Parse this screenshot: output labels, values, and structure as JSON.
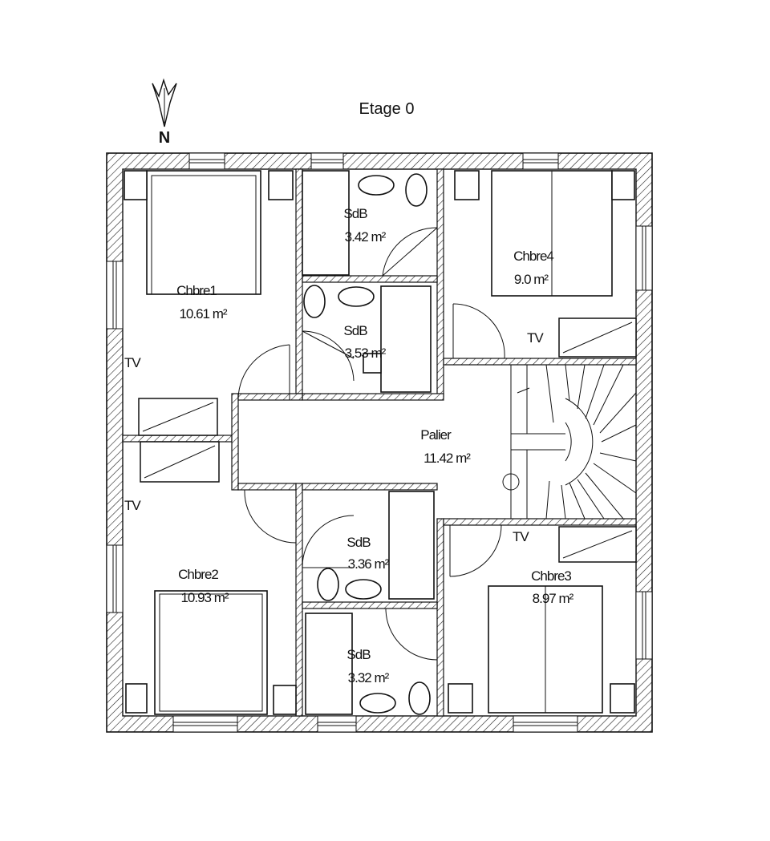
{
  "plan": {
    "title": "Etage 0",
    "north": "N",
    "rooms": [
      {
        "name": "Chbre1",
        "area": "10.61 m²"
      },
      {
        "name": "SdB",
        "area": "3.42 m²"
      },
      {
        "name": "Chbre4",
        "area": "9.0 m²"
      },
      {
        "name": "SdB",
        "area": "3.53 m²"
      },
      {
        "name": "Palier",
        "area": "11.42 m²"
      },
      {
        "name": "SdB",
        "area": "3.36 m²"
      },
      {
        "name": "Chbre2",
        "area": "10.93 m²"
      },
      {
        "name": "Chbre3",
        "area": "8.97 m²"
      },
      {
        "name": "SdB",
        "area": "3.32 m²"
      }
    ],
    "tv_label": "TV"
  }
}
